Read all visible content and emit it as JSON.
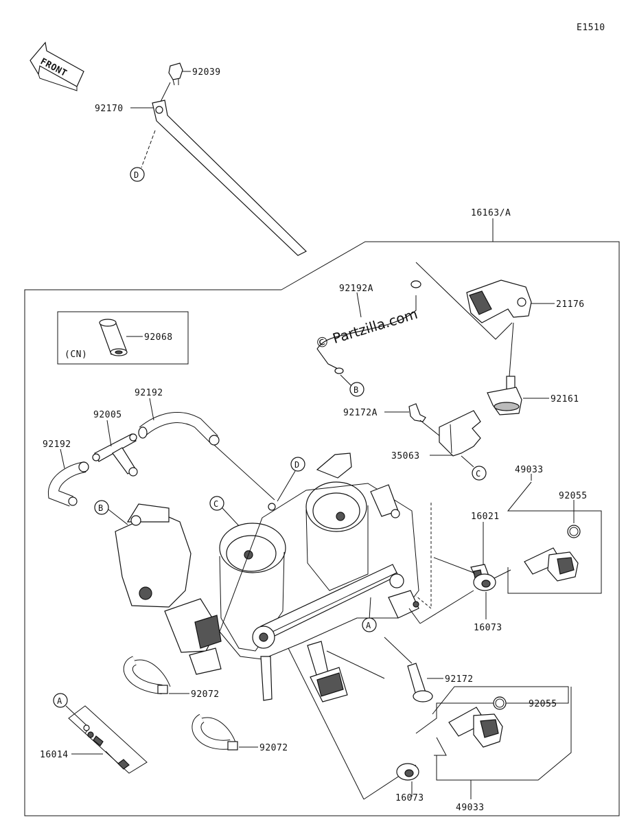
{
  "diagram_code": "E1510",
  "front_label": "FRONT",
  "watermark": "© Partzilla.com",
  "cn_label": "(CN)",
  "parts": {
    "p92039": "92039",
    "p92170": "92170",
    "p16163": "16163/A",
    "p92192A": "92192A",
    "p21176": "21176",
    "p92068": "92068",
    "p92192_top": "92192",
    "p92005": "92005",
    "p92192_left": "92192",
    "p92161": "92161",
    "p92172A": "92172A",
    "p35063": "35063",
    "p49033_top": "49033",
    "p92055_top": "92055",
    "p16021": "16021",
    "p16073_right": "16073",
    "p92172": "92172",
    "p92055_bottom": "92055",
    "p92072_upper": "92072",
    "p92072_lower": "92072",
    "p16014": "16014",
    "p16073_bottom": "16073",
    "p49033_bottom": "49033"
  },
  "refs": {
    "D": "D",
    "B": "B",
    "C": "C",
    "A": "A"
  }
}
